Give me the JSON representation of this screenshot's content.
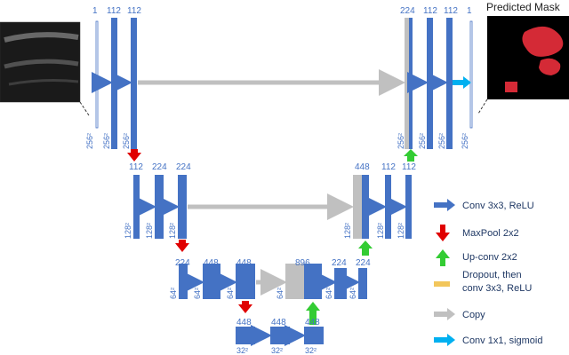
{
  "title_right": "Predicted Mask",
  "channels": {
    "enc1": [
      "1",
      "112",
      "112"
    ],
    "dec1": [
      "224",
      "112",
      "112",
      "1"
    ],
    "enc2": [
      "112",
      "224",
      "224"
    ],
    "dec2": [
      "448",
      "112",
      "112"
    ],
    "enc3": [
      "224",
      "448",
      "448"
    ],
    "dec3": [
      "896",
      "224",
      "224"
    ],
    "bottom": [
      "448",
      "448",
      "448"
    ]
  },
  "sizes": {
    "level1": "256²",
    "level2": "128²",
    "level3": "64²",
    "level4": "32²"
  },
  "legend": [
    {
      "label": "Conv 3x3, ReLU",
      "color": "#4472c4",
      "icon": "arrow-right-icon"
    },
    {
      "label": "MaxPool 2x2",
      "color": "#e00000",
      "icon": "arrow-down-icon"
    },
    {
      "label": "Up-conv 2x2",
      "color": "#33cc33",
      "icon": "arrow-up-icon"
    },
    {
      "label": "Dropout, then",
      "label2": "conv 3x3, ReLU",
      "color": "#f2c65b",
      "icon": "arrow-right-icon"
    },
    {
      "label": "Copy",
      "color": "#c0c0c0",
      "icon": "arrow-right-icon"
    },
    {
      "label": "Conv 1x1, sigmoid",
      "color": "#00b0f0",
      "icon": "arrow-right-icon"
    }
  ],
  "colors": {
    "block": "#4472c4",
    "copy": "#c0c0c0",
    "maxpool": "#e00000",
    "upconv": "#33cc33",
    "dropout": "#f2c65b",
    "sigmoid": "#00b0f0"
  }
}
